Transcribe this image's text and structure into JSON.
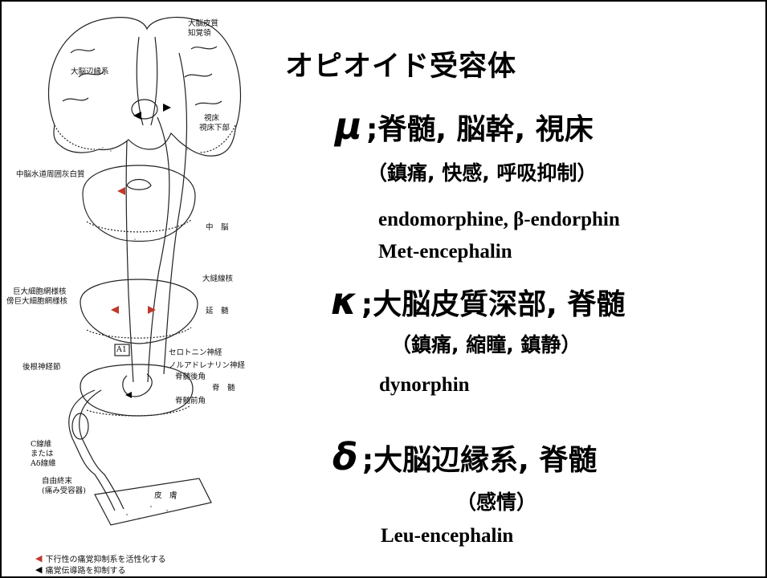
{
  "title": "オピオイド受容体",
  "receptors": [
    {
      "symbol": "μ",
      "sites": ";脊髄, 脳幹, 視床",
      "effects": "（鎮痛, 快感, 呼吸抑制）",
      "ligands": [
        "endomorphine, β-endorphin",
        "Met-encephalin"
      ]
    },
    {
      "symbol": "κ",
      "sites": ";大脳皮質深部, 脊髄",
      "effects": "（鎮痛, 縮瞳, 鎮静）",
      "ligands": [
        "dynorphin"
      ]
    },
    {
      "symbol": "δ",
      "sites": ";大脳辺縁系, 脊髄",
      "effects": "（感情）",
      "ligands": [
        "Leu-encephalin"
      ]
    }
  ],
  "diagram": {
    "labels": {
      "cortex": "大脳皮質",
      "sensory": "知覚領",
      "limbic": "大脳辺縁系",
      "thalamus": "視床",
      "hypothalamus": "視床下部",
      "pag": "中脳水道周囲灰白質",
      "midbrain": "中　脳",
      "raphe": "大縫線核",
      "reticular": "巨大細胞網様核",
      "para_reticular": "傍巨大細胞網様核",
      "medulla": "延　髄",
      "a1": "A1",
      "serotonin": "セロトニン神経",
      "noradrenaline": "ノルアドレナリン神経",
      "drg": "後根神経節",
      "dorsal_horn": "脊髄後角",
      "spinal_cord": "脊　髄",
      "ventral_horn": "脊髄前角",
      "fiber_c": "C線維",
      "fiber_or": "または",
      "fiber_ad": "Aδ線維",
      "free_ending": "自由終末",
      "nociceptor": "(痛み受容器)",
      "skin": "皮　膚"
    },
    "legend": [
      {
        "color": "#c0392b",
        "text": "下行性の痛覚抑制系を活性化する"
      },
      {
        "color": "#000000",
        "text": "痛覚伝導路を抑制する"
      }
    ]
  }
}
